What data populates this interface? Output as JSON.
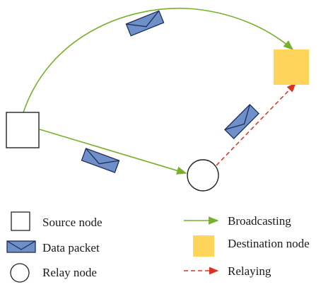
{
  "legend": {
    "source_node": "Source node",
    "data_packet": "Data packet",
    "relay_node": "Relay node",
    "broadcasting": "Broadcasting",
    "destination_node": "Destination node",
    "relaying": "Relaying"
  },
  "colors": {
    "broadcast_line": "#77b12a",
    "relay_line": "#e0301e",
    "destination_fill": "#ffd45a",
    "packet_fill": "#6f8fc9",
    "packet_stroke": "#1e2d5c",
    "node_stroke": "#222222"
  }
}
